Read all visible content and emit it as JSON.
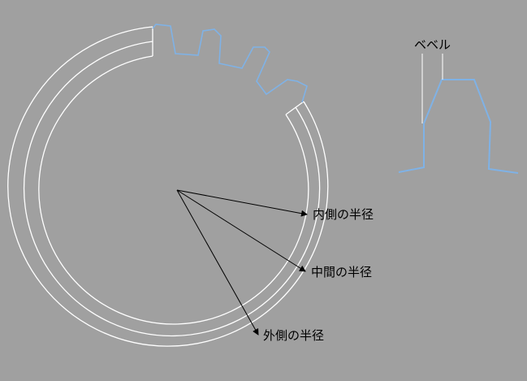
{
  "labels": {
    "bevel": "ベベル",
    "inner_radius": "内側の半径",
    "middle_radius": "中間の半径",
    "outer_radius": "外側の半径"
  },
  "colors": {
    "background": "#a0a0a0",
    "ring_stroke": "#ffffff",
    "tooth_stroke": "#7fb2e6",
    "arrow": "#000000",
    "text": "#000000"
  }
}
